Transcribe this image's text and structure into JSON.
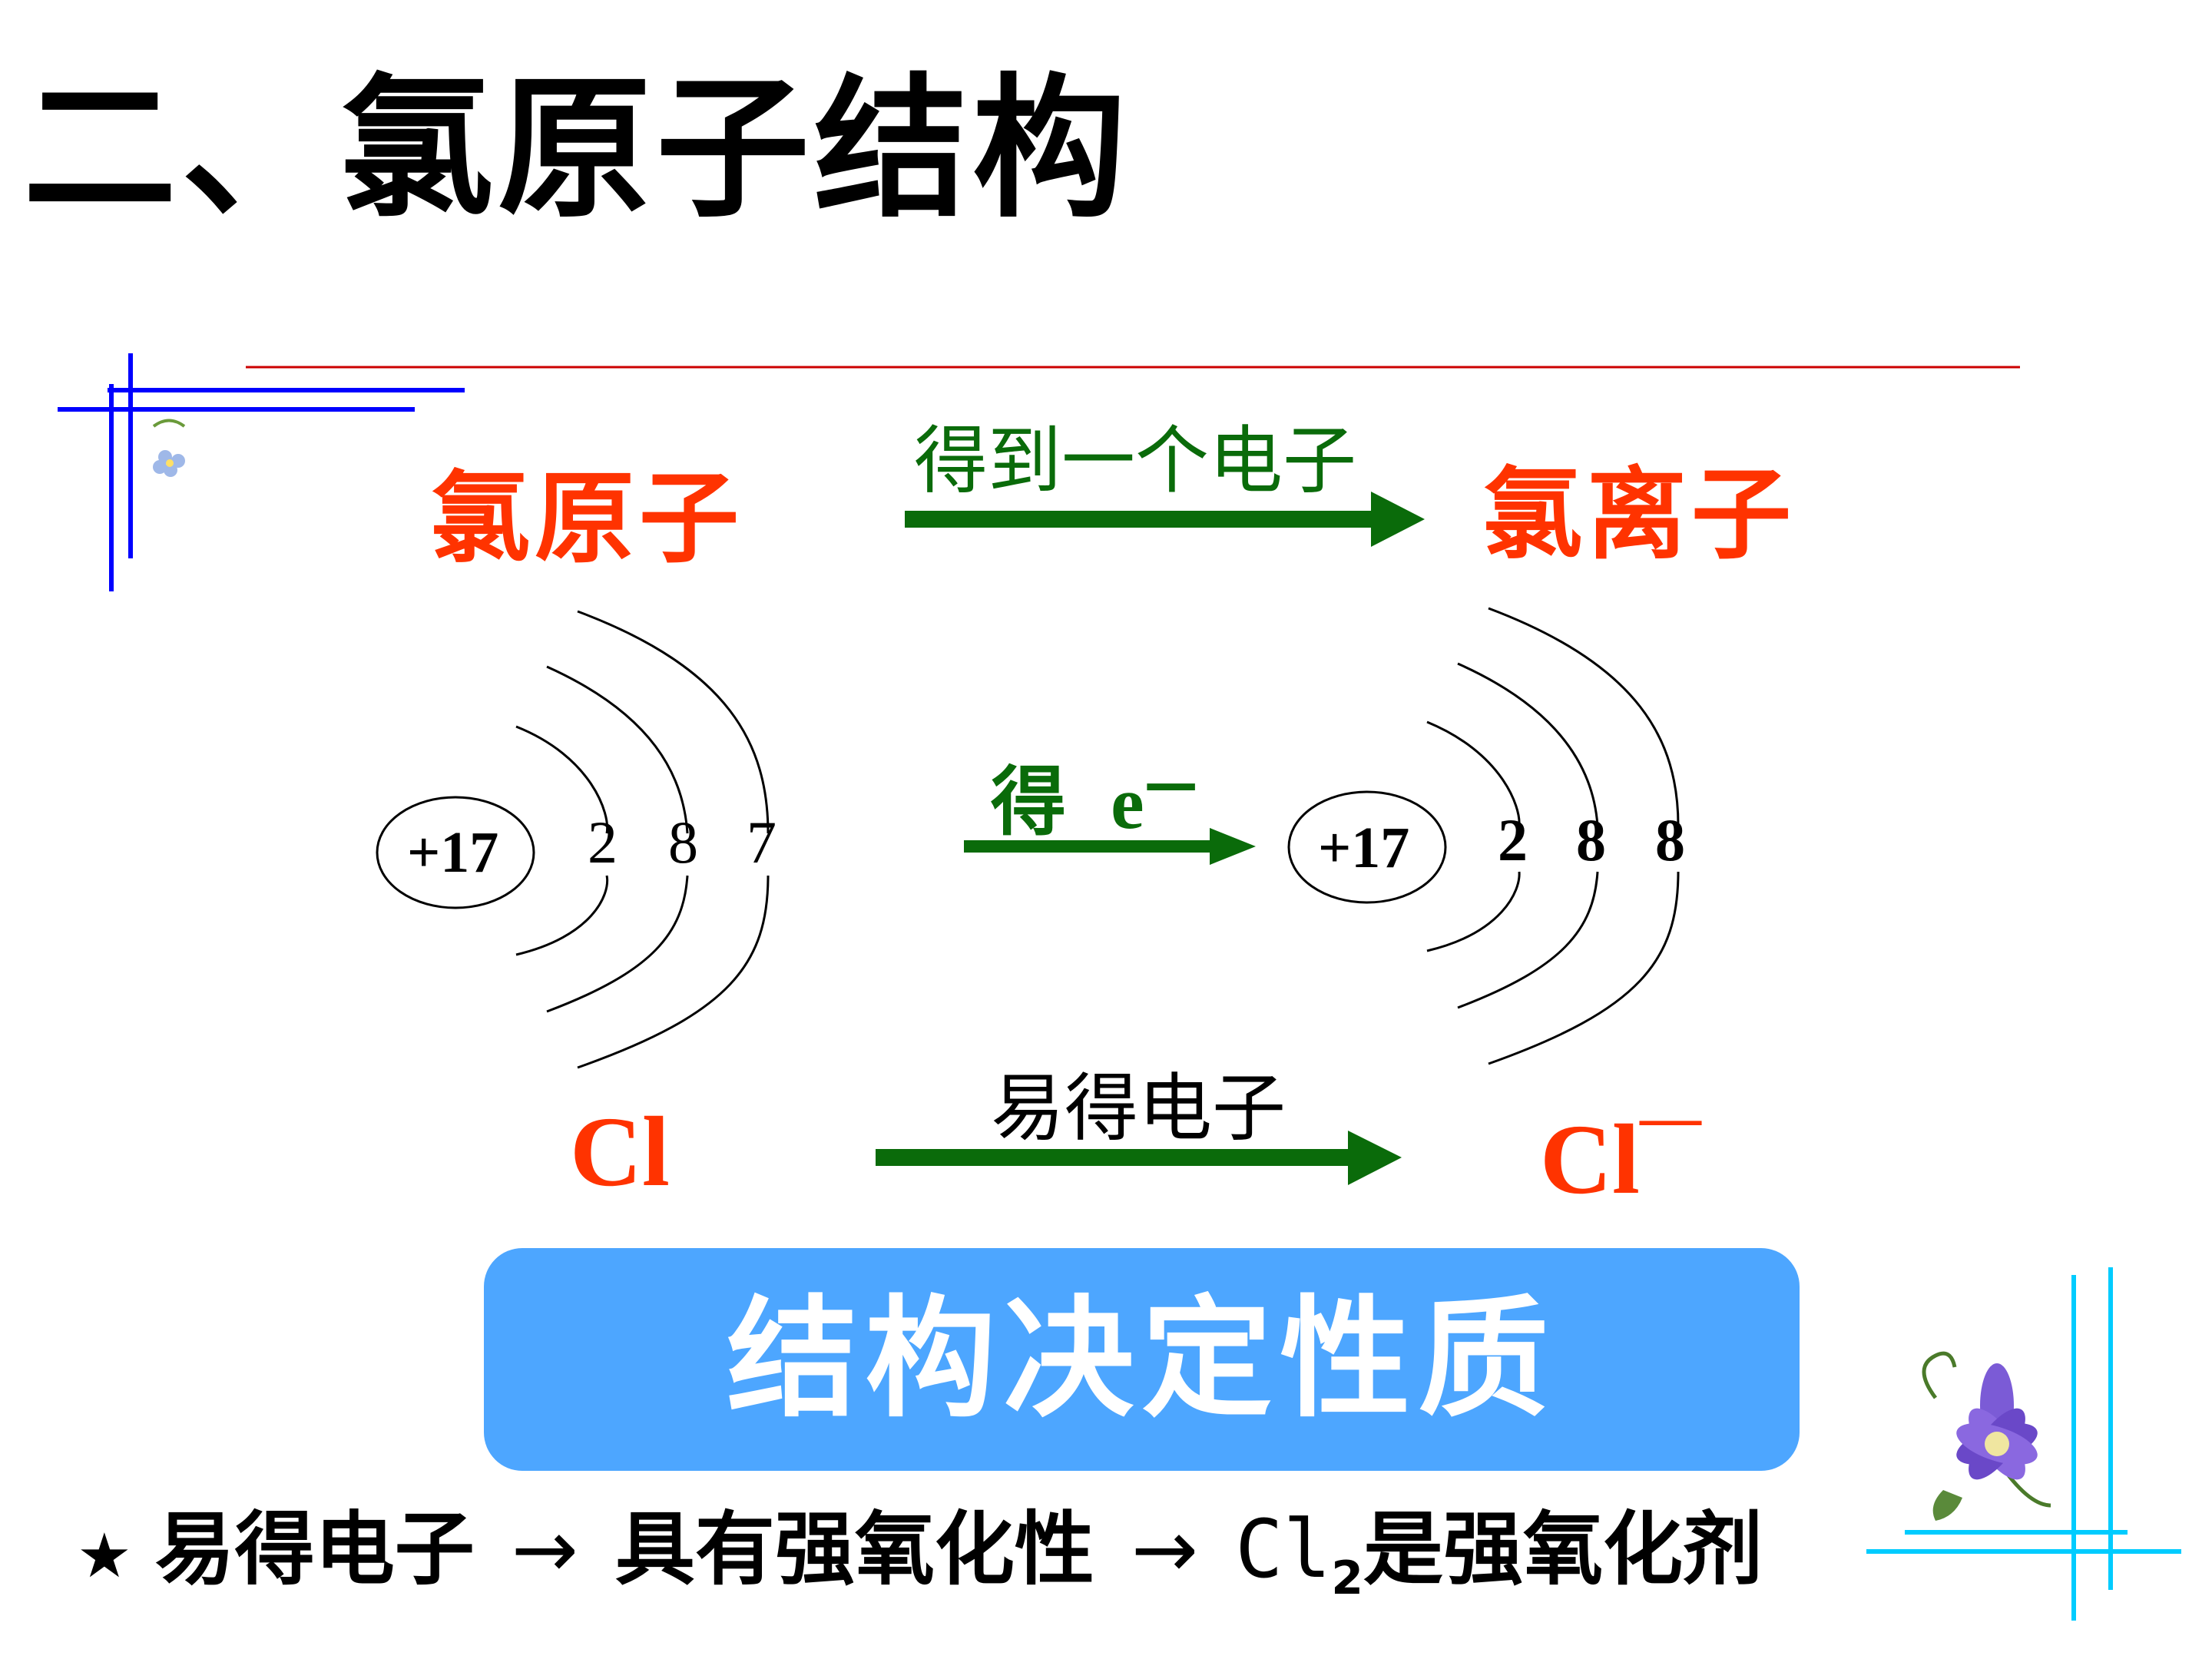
{
  "title": "二、氯原子结构",
  "atom_label": "氯原子",
  "ion_label": "氯离子",
  "top_arrow_label": "得到一个电子",
  "middle_arrow_label_char": "得",
  "middle_arrow_label_e": "e",
  "middle_arrow_label_sup": "—",
  "bottom_arrow_label": "易得电子",
  "atom": {
    "nucleus": "+17",
    "shells": [
      "2",
      "8",
      "7"
    ],
    "symbol": "Cl"
  },
  "ion": {
    "nucleus": "+17",
    "shells": [
      "2",
      "8",
      "8"
    ],
    "symbol": "Cl",
    "charge": "—"
  },
  "box_text": "结构决定性质",
  "bottom_line": {
    "star": "★",
    "part1": "易得电子",
    "arrow1": "→",
    "part2": "具有强氧化性",
    "arrow2": "→",
    "formula_cl": "Cl",
    "formula_sub": "2",
    "part3": "是强氧化剂"
  },
  "colors": {
    "title": "#000000",
    "heading_red": "#ff3300",
    "arrow_green": "#0a6b0a",
    "box_fill": "#4da6ff",
    "frame_blue": "#0000ff",
    "frame_cyan": "#00ccff",
    "rule_red": "#cc0000"
  }
}
